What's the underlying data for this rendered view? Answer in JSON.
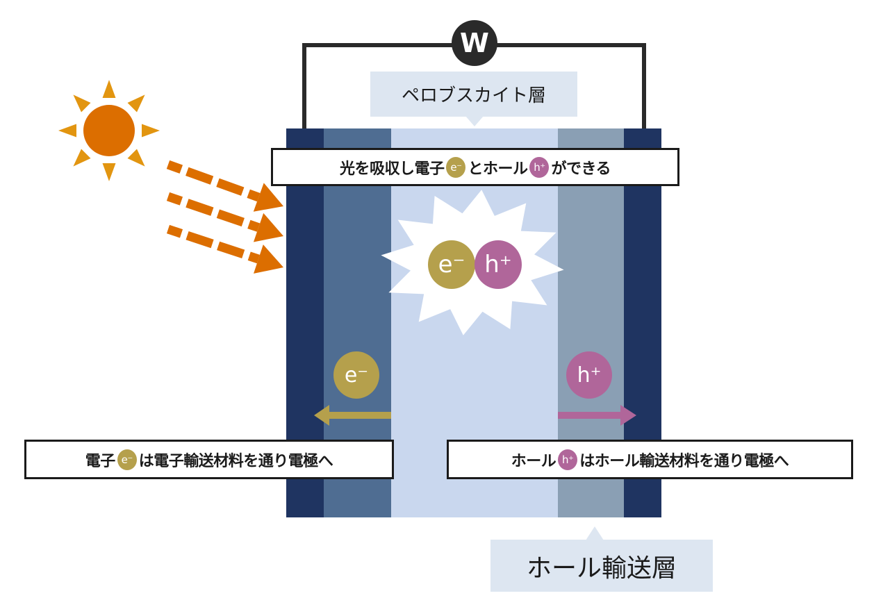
{
  "meter": {
    "label": "W"
  },
  "perovskite_label": "ペロブスカイト層",
  "hole_transport_label": "ホール輸送層",
  "caption_top": {
    "before": "光を吸収し電子",
    "mid": "とホール",
    "after": "ができる"
  },
  "caption_left": {
    "before": "電子",
    "after": "は電子輸送材料を通り電極へ"
  },
  "caption_right": {
    "before": "ホール",
    "after": "はホール輸送材料を通り電極へ"
  },
  "particles": {
    "electron": "e⁻",
    "hole": "h⁺"
  },
  "colors": {
    "electrode": "#1f3461",
    "electron_transport": "#4f6d92",
    "perovskite": "#c9d7ee",
    "hole_transport": "#8a9fb4",
    "electron": "#b5a04c",
    "hole": "#b0669a",
    "sun": "#dc6e00",
    "rays": "#e29510"
  }
}
